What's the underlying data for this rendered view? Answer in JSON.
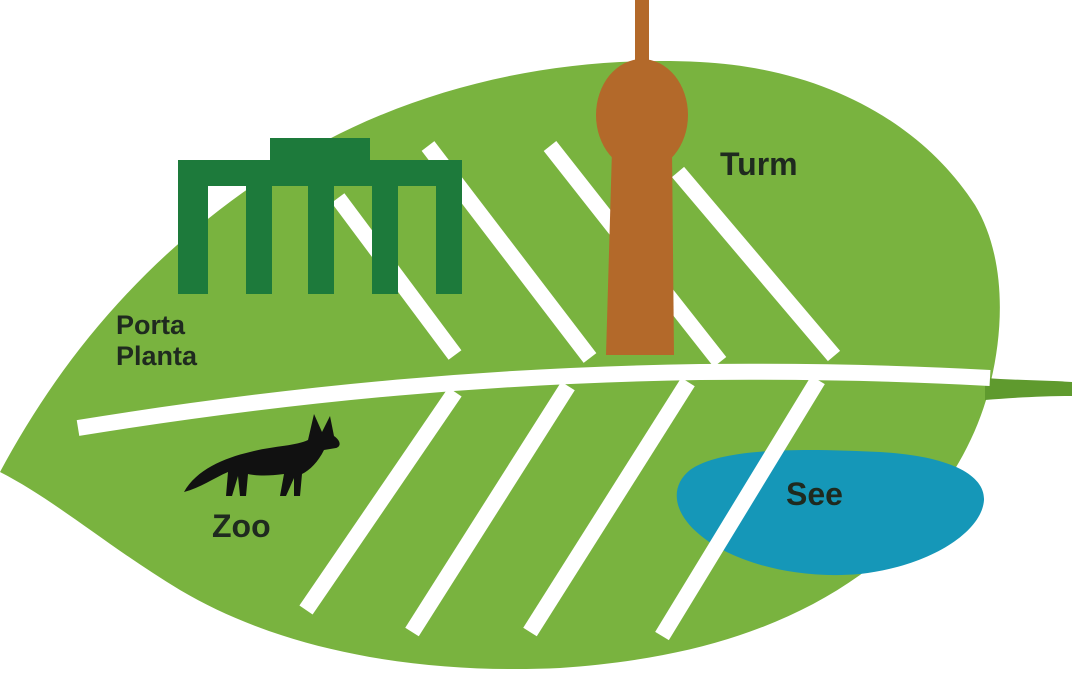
{
  "map": {
    "colors": {
      "leaf": "#79b33f",
      "leaf_shadow": "#5f9a2e",
      "roads": "#ffffff",
      "gate": "#1d7a3b",
      "tower": "#b3692a",
      "lake": "#1597b8",
      "fox": "#111111"
    },
    "landmarks": {
      "gate_label_line1": "Porta",
      "gate_label_line2": "Planta",
      "tower_label": "Turm",
      "zoo_label": "Zoo",
      "lake_label": "See"
    },
    "icons": {
      "gate": "brandenburg-gate-icon",
      "tower": "tv-tower-icon",
      "zoo": "fox-icon",
      "lake": "lake-shape"
    }
  }
}
